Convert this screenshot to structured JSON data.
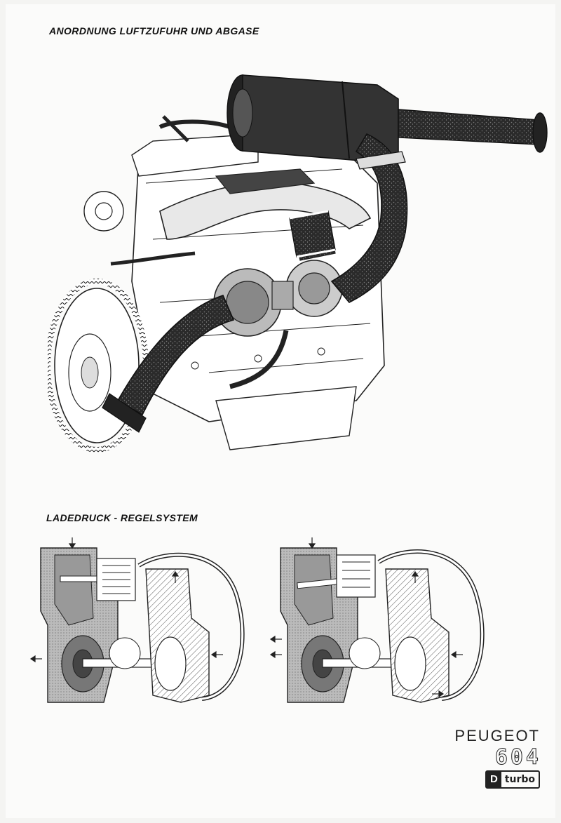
{
  "headings": {
    "top": "ANORDNUNG LUFTZUFUHR UND ABGASE",
    "middle": "LADEDRUCK - REGELSYSTEM"
  },
  "brand": {
    "name": "PEUGEOT",
    "model": "604",
    "badge_letter": "D",
    "badge_text": "turbo"
  }
}
